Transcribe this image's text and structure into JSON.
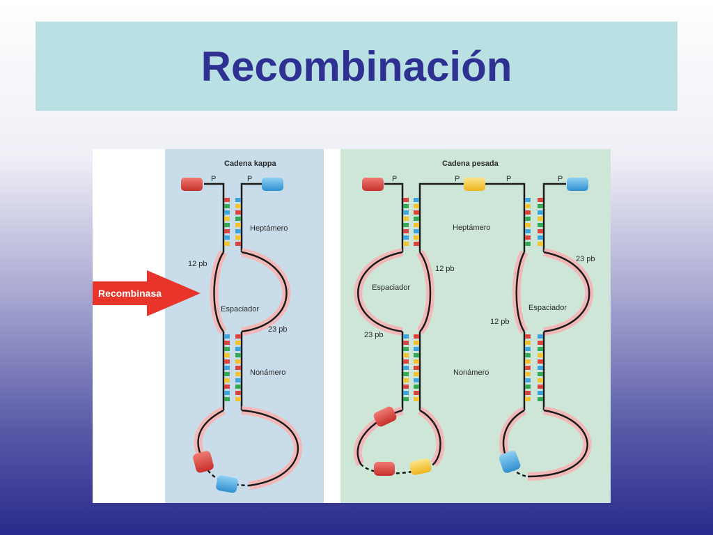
{
  "title": "Recombinación",
  "arrow_label": "Recombinasa",
  "kappa": {
    "header": "Cadena kappa",
    "p_left": "P",
    "p_right": "P",
    "heptamer": "Heptámero",
    "bp_12": "12 pb",
    "spacer": "Espaciador",
    "bp_23": "23 pb",
    "nonamer": "Nonámero"
  },
  "heavy": {
    "header": "Cadena pesada",
    "p_1": "P",
    "p_2": "P",
    "p_3": "P",
    "p_4": "P",
    "heptamer": "Heptámero",
    "spacer_left": "Espaciador",
    "bp_12_left": "12 pb",
    "bp_23_left": "23 pb",
    "spacer_right": "Espaciador",
    "bp_23_right": "23 pb",
    "bp_12_right": "12 pb",
    "nonamer": "Nonámero"
  },
  "colors": {
    "title_text": "#2e3192",
    "title_bg": "#b9e1e3",
    "kappa_panel": "#c8dde9",
    "heavy_panel": "#cde6d8",
    "arrow": "#e8342a",
    "segment_red": "#d9453e",
    "segment_blue": "#3fa3dc",
    "segment_yellow": "#f2c230",
    "loop_pink": "#f2b8b8"
  }
}
